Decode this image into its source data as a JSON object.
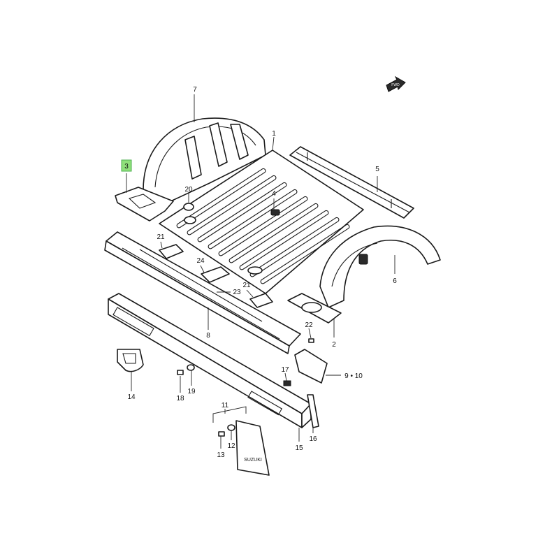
{
  "labels": [
    {
      "id": "p7",
      "text": "7"
    },
    {
      "id": "p1",
      "text": "1"
    },
    {
      "id": "p5",
      "text": "5"
    },
    {
      "id": "p3",
      "text": "3"
    },
    {
      "id": "p20",
      "text": "20"
    },
    {
      "id": "p4",
      "text": "4"
    },
    {
      "id": "p21a",
      "text": "21"
    },
    {
      "id": "p24",
      "text": "24"
    },
    {
      "id": "p23",
      "text": "23"
    },
    {
      "id": "p21b",
      "text": "21"
    },
    {
      "id": "p6",
      "text": "6"
    },
    {
      "id": "p22",
      "text": "22"
    },
    {
      "id": "p2",
      "text": "2"
    },
    {
      "id": "p8",
      "text": "8"
    },
    {
      "id": "p17",
      "text": "17"
    },
    {
      "id": "p910",
      "text": "9 • 10"
    },
    {
      "id": "p14",
      "text": "14"
    },
    {
      "id": "p18",
      "text": "18"
    },
    {
      "id": "p19",
      "text": "19"
    },
    {
      "id": "p11",
      "text": "11"
    },
    {
      "id": "p16",
      "text": "16"
    },
    {
      "id": "p15",
      "text": "15"
    },
    {
      "id": "p13",
      "text": "13"
    },
    {
      "id": "p12",
      "text": "12"
    }
  ],
  "highlight": {
    "label": "3",
    "color": "#8fe07a"
  },
  "fwd_icon": "fwd-arrow-icon",
  "mudflap_text": "SUZUKI"
}
